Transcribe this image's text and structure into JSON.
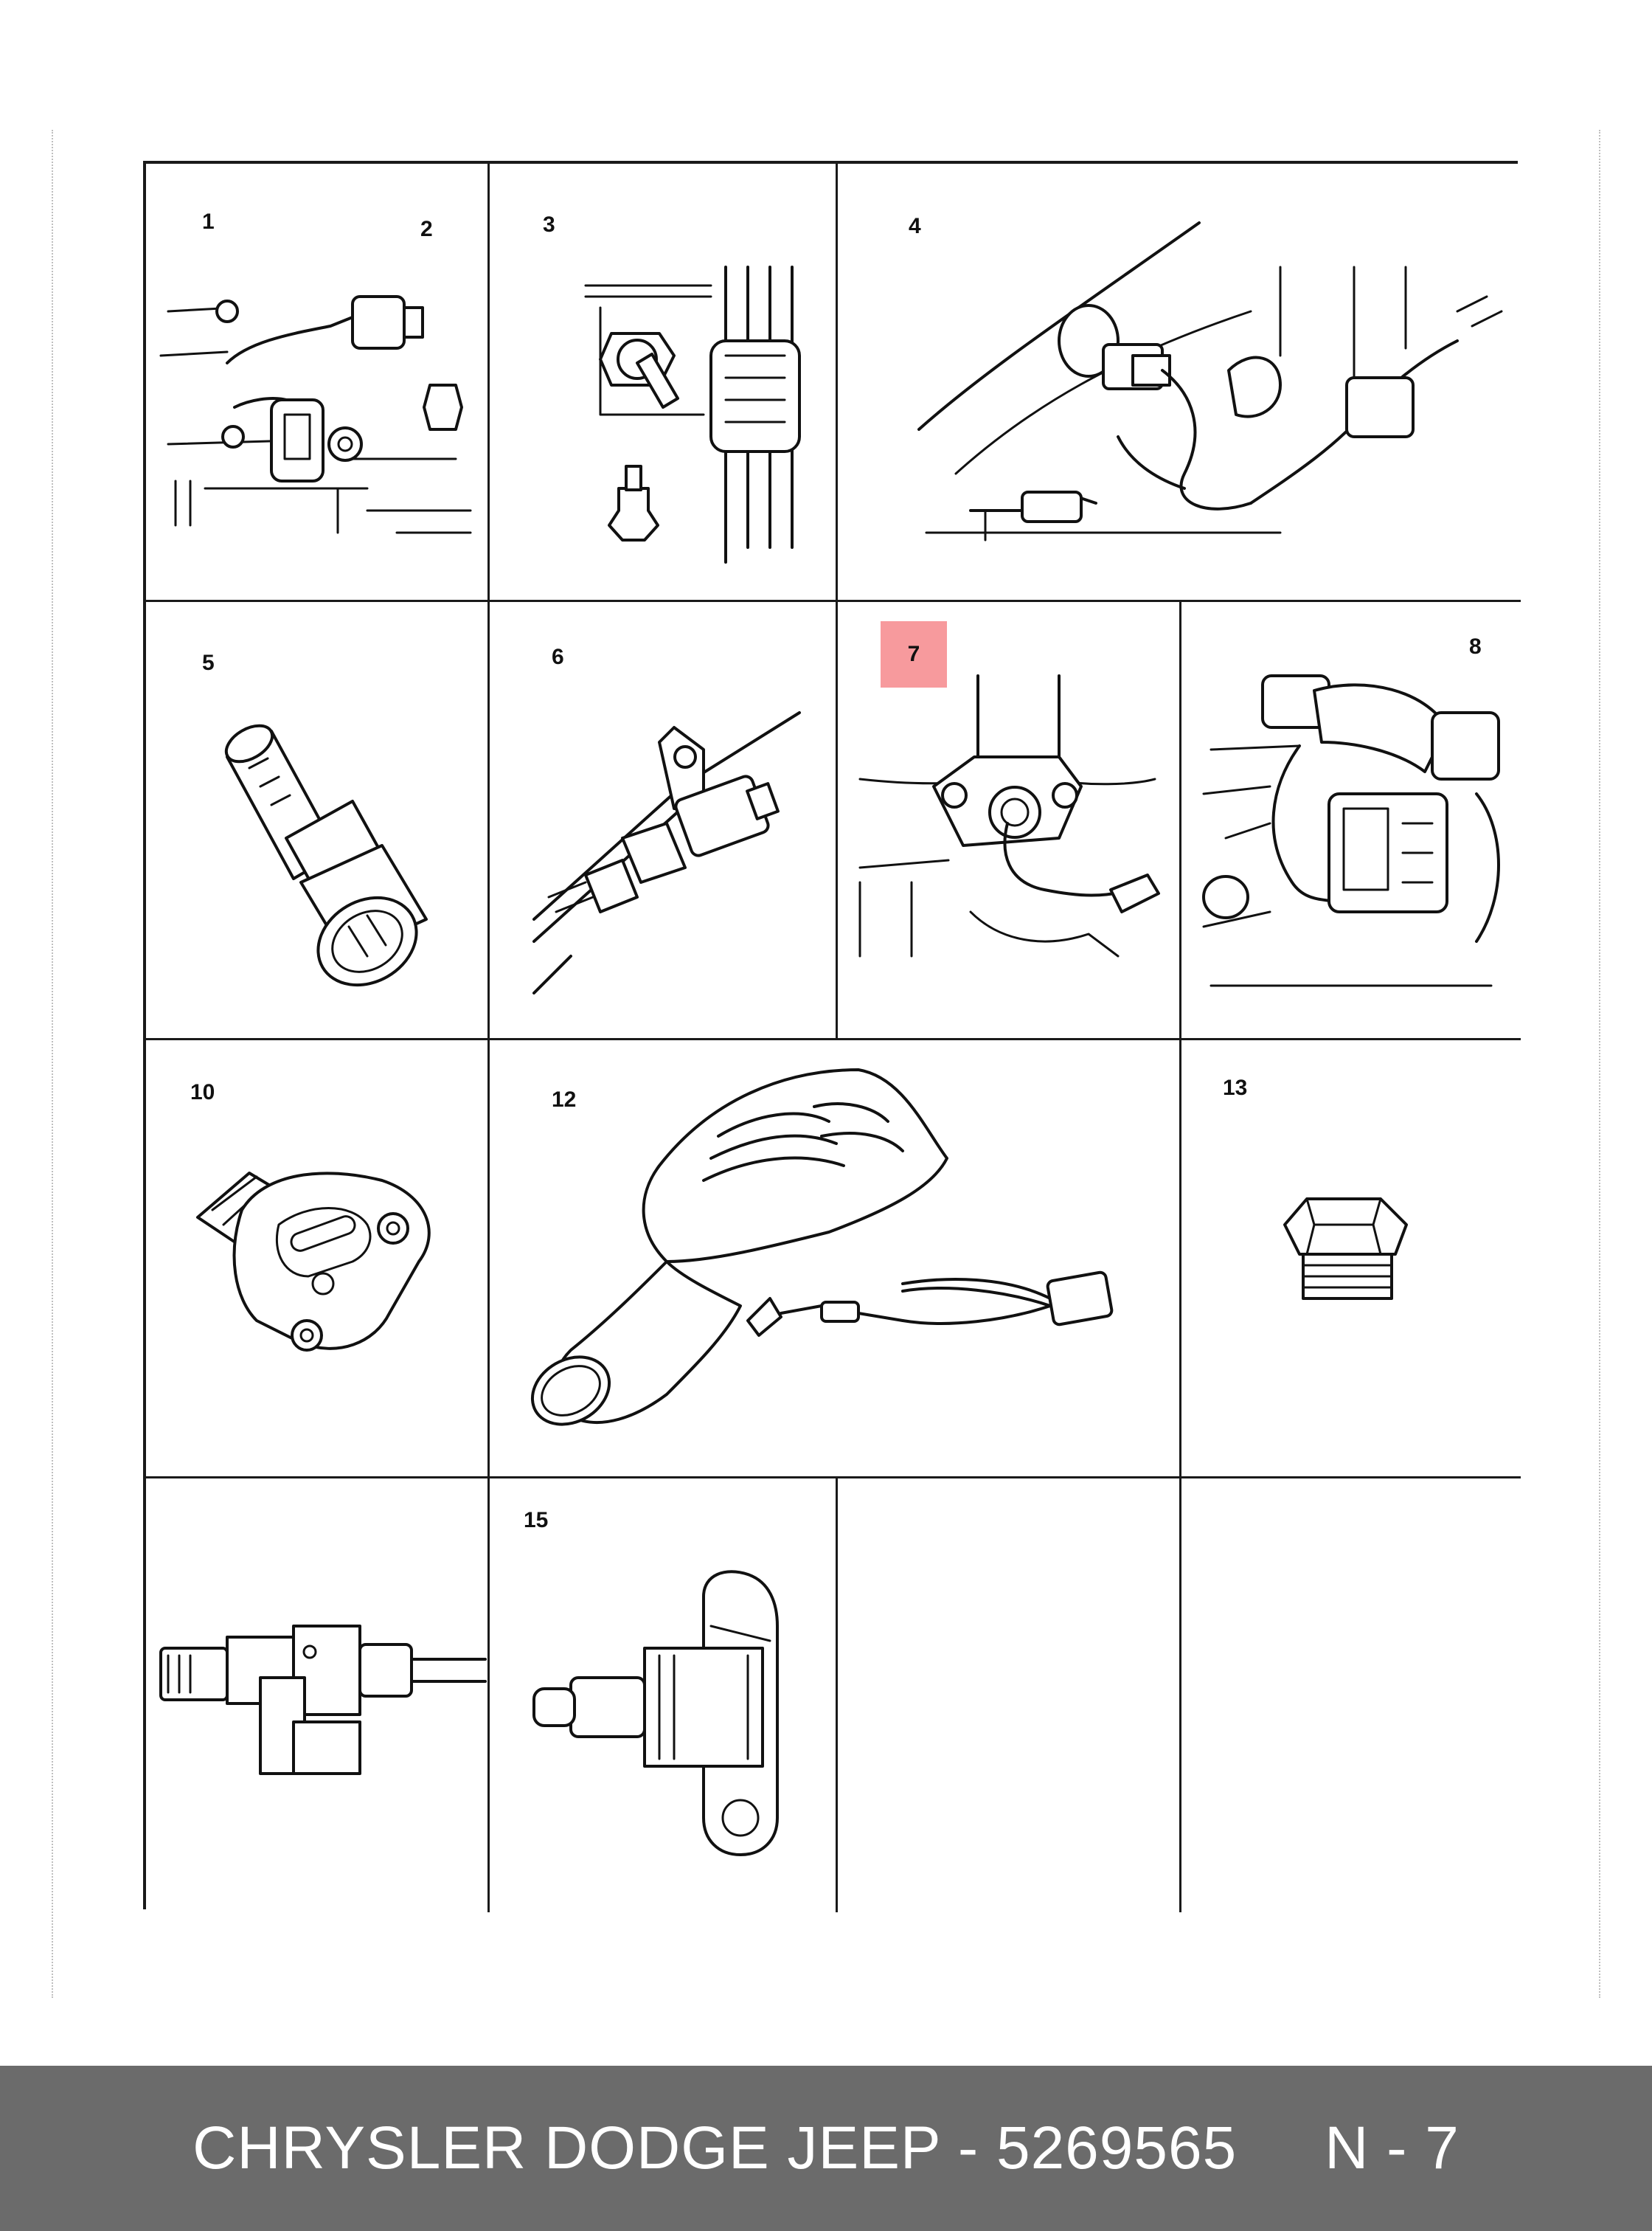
{
  "diagram": {
    "cells": [
      {
        "id": "c1",
        "labels": [
          "1",
          "2"
        ]
      },
      {
        "id": "c3",
        "labels": [
          "3"
        ]
      },
      {
        "id": "c4",
        "labels": [
          "4"
        ]
      },
      {
        "id": "c5",
        "labels": [
          "5"
        ]
      },
      {
        "id": "c6",
        "labels": [
          "6"
        ]
      },
      {
        "id": "c7",
        "labels": [
          "7"
        ],
        "highlighted": true
      },
      {
        "id": "c8",
        "labels": [
          "8"
        ]
      },
      {
        "id": "c10",
        "labels": [
          "10"
        ]
      },
      {
        "id": "c12",
        "labels": [
          "12"
        ]
      },
      {
        "id": "c13",
        "labels": [
          "13"
        ]
      },
      {
        "id": "c14",
        "labels": []
      },
      {
        "id": "c15",
        "labels": [
          "15"
        ]
      },
      {
        "id": "c16",
        "labels": []
      },
      {
        "id": "c17",
        "labels": []
      }
    ],
    "highlight_color": "#f79a9d"
  },
  "footer": {
    "caption": "CHRYSLER DODGE JEEP - 5269565     N - 7",
    "background": "#6b6b6b",
    "text_color": "#ffffff"
  }
}
